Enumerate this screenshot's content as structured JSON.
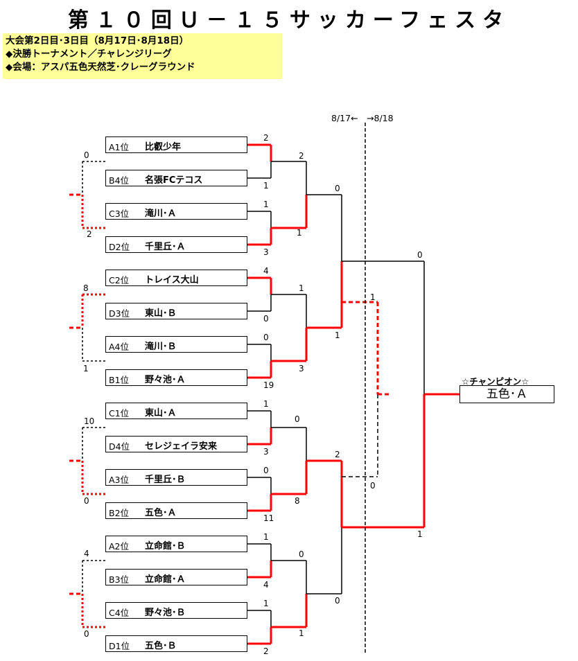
{
  "title": "第１０回Ｕ－１５サッカーフェスタ",
  "info": {
    "line1": "大会第2日目･3日目（8月17日･8月18日）",
    "line2": "◆決勝トーナメント／チャレンジリーグ",
    "line3": "◆会場：アスパ五色天然芝･クレーグラウンド"
  },
  "date_label": "8/17←　→8/18",
  "teams": [
    {
      "rank": "A1位",
      "name": "比叡少年"
    },
    {
      "rank": "B4位",
      "name": "名張FCテコス"
    },
    {
      "rank": "C3位",
      "name": "滝川･Ａ"
    },
    {
      "rank": "D2位",
      "name": "千里丘･Ａ"
    },
    {
      "rank": "C2位",
      "name": "トレイス大山"
    },
    {
      "rank": "D3位",
      "name": "東山･Ｂ"
    },
    {
      "rank": "A4位",
      "name": "滝川･Ｂ"
    },
    {
      "rank": "B1位",
      "name": "野々池･Ａ"
    },
    {
      "rank": "C1位",
      "name": "東山･Ａ"
    },
    {
      "rank": "D4位",
      "name": "セレジェイラ安来"
    },
    {
      "rank": "A3位",
      "name": "千里丘･Ｂ"
    },
    {
      "rank": "B2位",
      "name": "五色･Ａ"
    },
    {
      "rank": "A2位",
      "name": "立命館･Ｂ"
    },
    {
      "rank": "B3位",
      "name": "立命館･Ａ"
    },
    {
      "rank": "C4位",
      "name": "野々池･Ｂ"
    },
    {
      "rank": "D1位",
      "name": "五色･Ｂ"
    }
  ],
  "round1_scores": [
    "2",
    "1",
    "1",
    "3",
    "4",
    "0",
    "0",
    "19",
    "1",
    "3",
    "0",
    "11",
    "1",
    "4",
    "1",
    "2"
  ],
  "round2_scores": [
    "2",
    "1",
    "1",
    "3",
    "0",
    "8",
    "0",
    "1"
  ],
  "quarter_scores": [
    "0",
    "1",
    "2",
    "0"
  ],
  "semi_scores": [
    "0",
    "1"
  ],
  "challenge_scores": [
    "0",
    "2",
    "8",
    "1",
    "10",
    "0",
    "4",
    "0"
  ],
  "challenge_semi_scores": [
    "1",
    "0"
  ],
  "champion": {
    "label": "☆チャンピオン☆",
    "name": "五色･Ａ"
  },
  "colors": {
    "winner_line": "#ff0000",
    "loser_line": "#000000",
    "info_bg": "#ffff99"
  }
}
